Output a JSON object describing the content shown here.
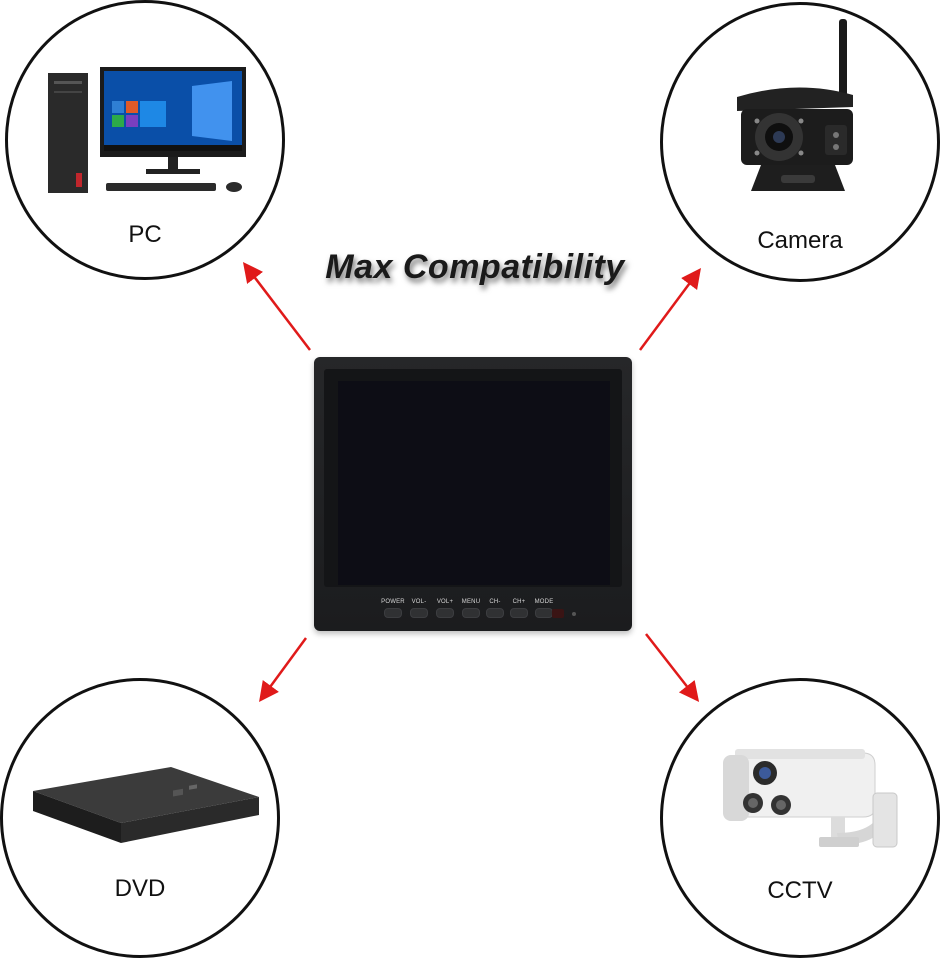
{
  "title": "Max Compatibility",
  "devices": {
    "pc": "PC",
    "camera": "Camera",
    "dvd": "DVD",
    "cctv": "CCTV"
  },
  "monitor": {
    "buttons": [
      "POWER",
      "VOL-",
      "VOL+",
      "MENU",
      "CH-",
      "CH+",
      "MODE"
    ]
  },
  "colors": {
    "arrow": "#e01a1a",
    "outline": "#111111",
    "bezel": "#1e1f21"
  }
}
